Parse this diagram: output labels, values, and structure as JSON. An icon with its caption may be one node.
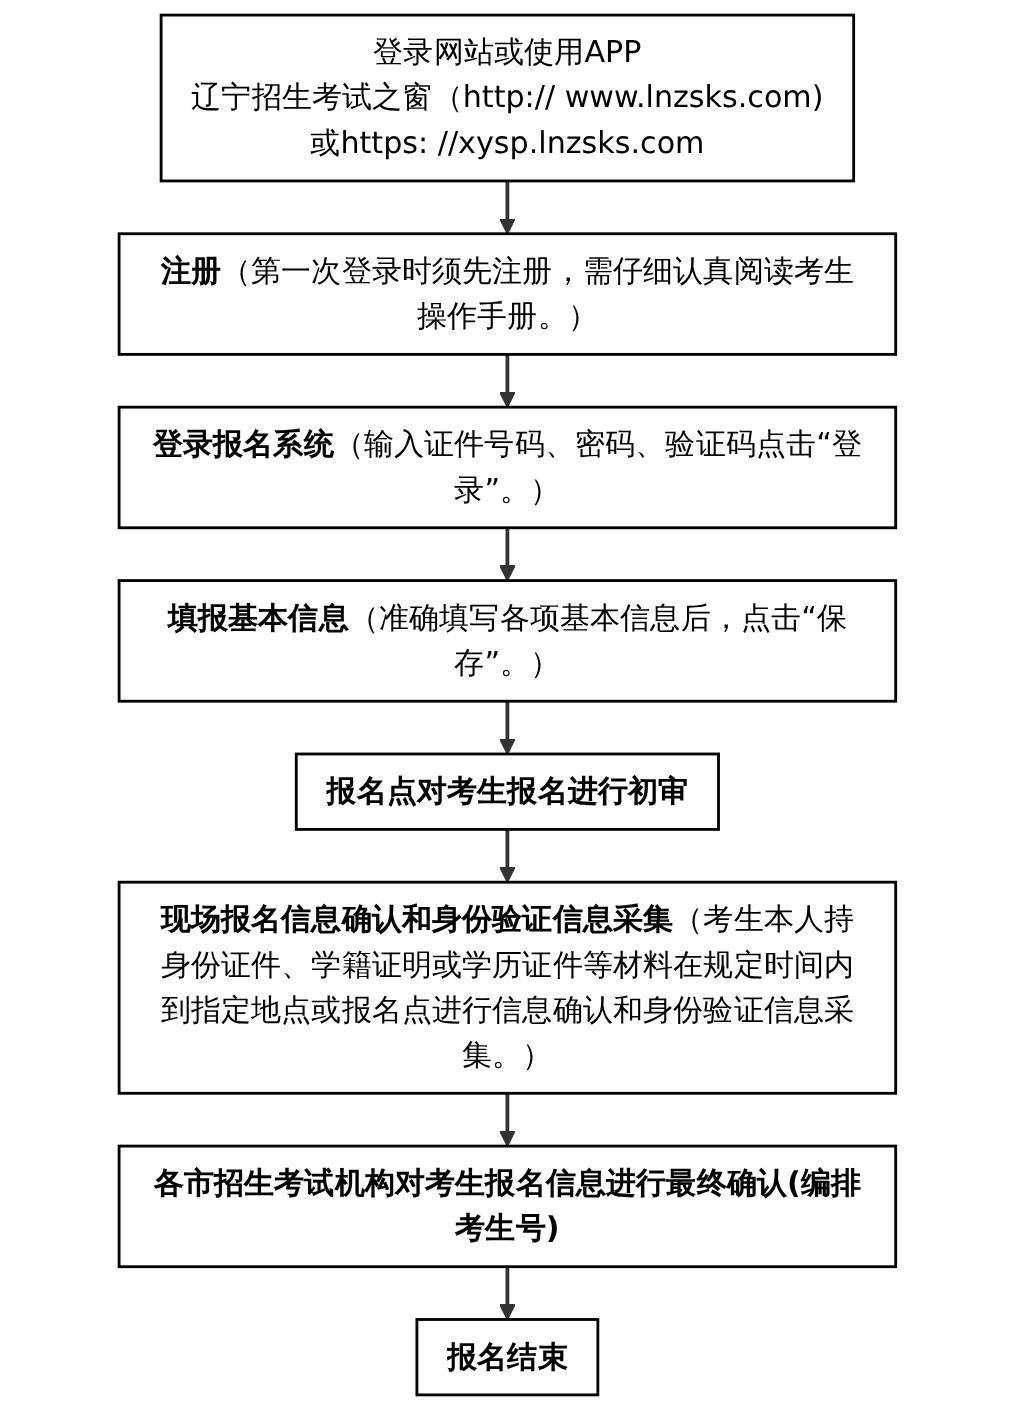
{
  "diagram": {
    "nodes": [
      {
        "text": [
          "登录网站或使用APP",
          "辽宁招生考试之窗（http:// www.lnzsks.com)",
          "或https: //xysp.lnzsks.com"
        ]
      },
      {
        "text": [
          "注册",
          "（第一次登录时须先注册，需仔细认真阅读考生操作手册。）"
        ]
      },
      {
        "text": [
          "登录报名系统",
          "（输入证件号码、密码、验证码点击“登录”。）"
        ]
      },
      {
        "text": [
          "填报基本信息",
          "（准确填写各项基本信息后，点击“保存”。）"
        ]
      },
      {
        "text": [
          "报名点对考生报名进行初审"
        ]
      },
      {
        "text": [
          "现场报名信息确认和身份验证信息采集",
          "（考生本人持身份证件、学籍证明或学历证件等材料在规定时间内到指定地点或报名点进行信息确认和身份验证信息采集。）"
        ]
      },
      {
        "text": [
          "各市招生考试机构对考生报名信息进行最终确认(编排考生号)"
        ]
      },
      {
        "text": [
          "报名结束"
        ]
      }
    ],
    "edges": [
      {
        "from": 0,
        "to": 1,
        "arrow": "to"
      },
      {
        "from": 1,
        "to": 2,
        "arrow": "to"
      },
      {
        "from": 2,
        "to": 3,
        "arrow": "to"
      },
      {
        "from": 3,
        "to": 4,
        "arrow": "to"
      },
      {
        "from": 4,
        "to": 5,
        "arrow": "to"
      },
      {
        "from": 5,
        "to": 6,
        "arrow": "to"
      },
      {
        "from": 6,
        "to": 7,
        "arrow": "to"
      }
    ]
  }
}
